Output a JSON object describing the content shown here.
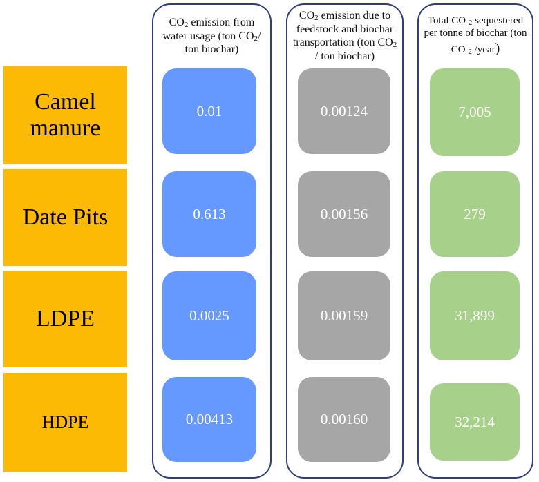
{
  "feedstocks": [
    {
      "label": "Camel manure"
    },
    {
      "label": "Date Pits"
    },
    {
      "label": "LDPE"
    },
    {
      "label": "HDPE"
    }
  ],
  "columns": [
    {
      "header": {
        "pre": "CO",
        "sub": "2",
        "post": " emission from water usage (ton CO",
        "sub2": "2",
        "post2": "/ ton biochar)"
      },
      "color": "#6699ff",
      "values": [
        "0.01",
        "0.613",
        "0.0025",
        "0.00413"
      ]
    },
    {
      "header": {
        "pre": "CO",
        "sub": "2",
        "post": " emission due to feedstock and biochar transportation (ton CO",
        "sub2": "2",
        "post2": " / ton biochar)"
      },
      "color": "#a6a6a6",
      "values": [
        "0.00124",
        "0.00156",
        "0.00159",
        "0.00160"
      ]
    },
    {
      "header": {
        "pre": "Total CO ",
        "sub": "2",
        "post": " sequestered per tonne of biochar (ton CO ",
        "sub2": "2",
        "post2": " /year",
        "close": ")"
      },
      "color": "#a7d18a",
      "values": [
        "7,005",
        "279",
        "31,899",
        "32,214"
      ]
    }
  ]
}
